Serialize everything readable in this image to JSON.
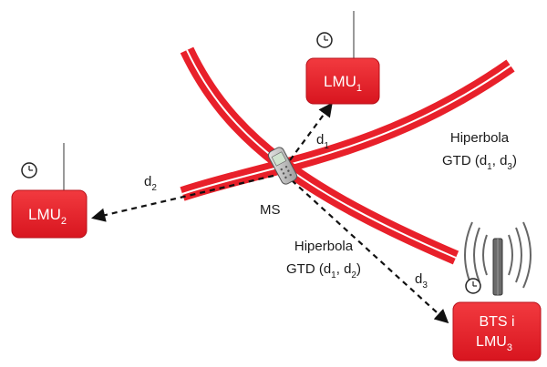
{
  "units": [
    {
      "base": "LMU",
      "sub": "1"
    },
    {
      "base": "LMU",
      "sub": "2"
    },
    {
      "base": "LMU",
      "sub": "3",
      "prefix": "BTS i"
    }
  ],
  "mobile": {
    "label": "MS"
  },
  "distances": [
    {
      "base": "d",
      "sub": "1"
    },
    {
      "base": "d",
      "sub": "2"
    },
    {
      "base": "d",
      "sub": "3"
    }
  ],
  "hyperbolas": [
    {
      "title": "Hiperbola",
      "formula": {
        "prefix": "GTD (d",
        "sub_a": "1",
        "mid": ", d",
        "sub_b": "3",
        "suffix": ")"
      }
    },
    {
      "title": "Hiperbola",
      "formula": {
        "prefix": "GTD (d",
        "sub_a": "1",
        "mid": ", d",
        "sub_b": "2",
        "suffix": ")"
      }
    }
  ],
  "colors": {
    "unit_fill": "#e8202a",
    "curve": "#e8202a",
    "arrow": "#111111"
  },
  "icons": [
    "clock-icon",
    "antenna-icon",
    "phone-icon",
    "bts-tower-icon",
    "radio-waves-icon"
  ]
}
